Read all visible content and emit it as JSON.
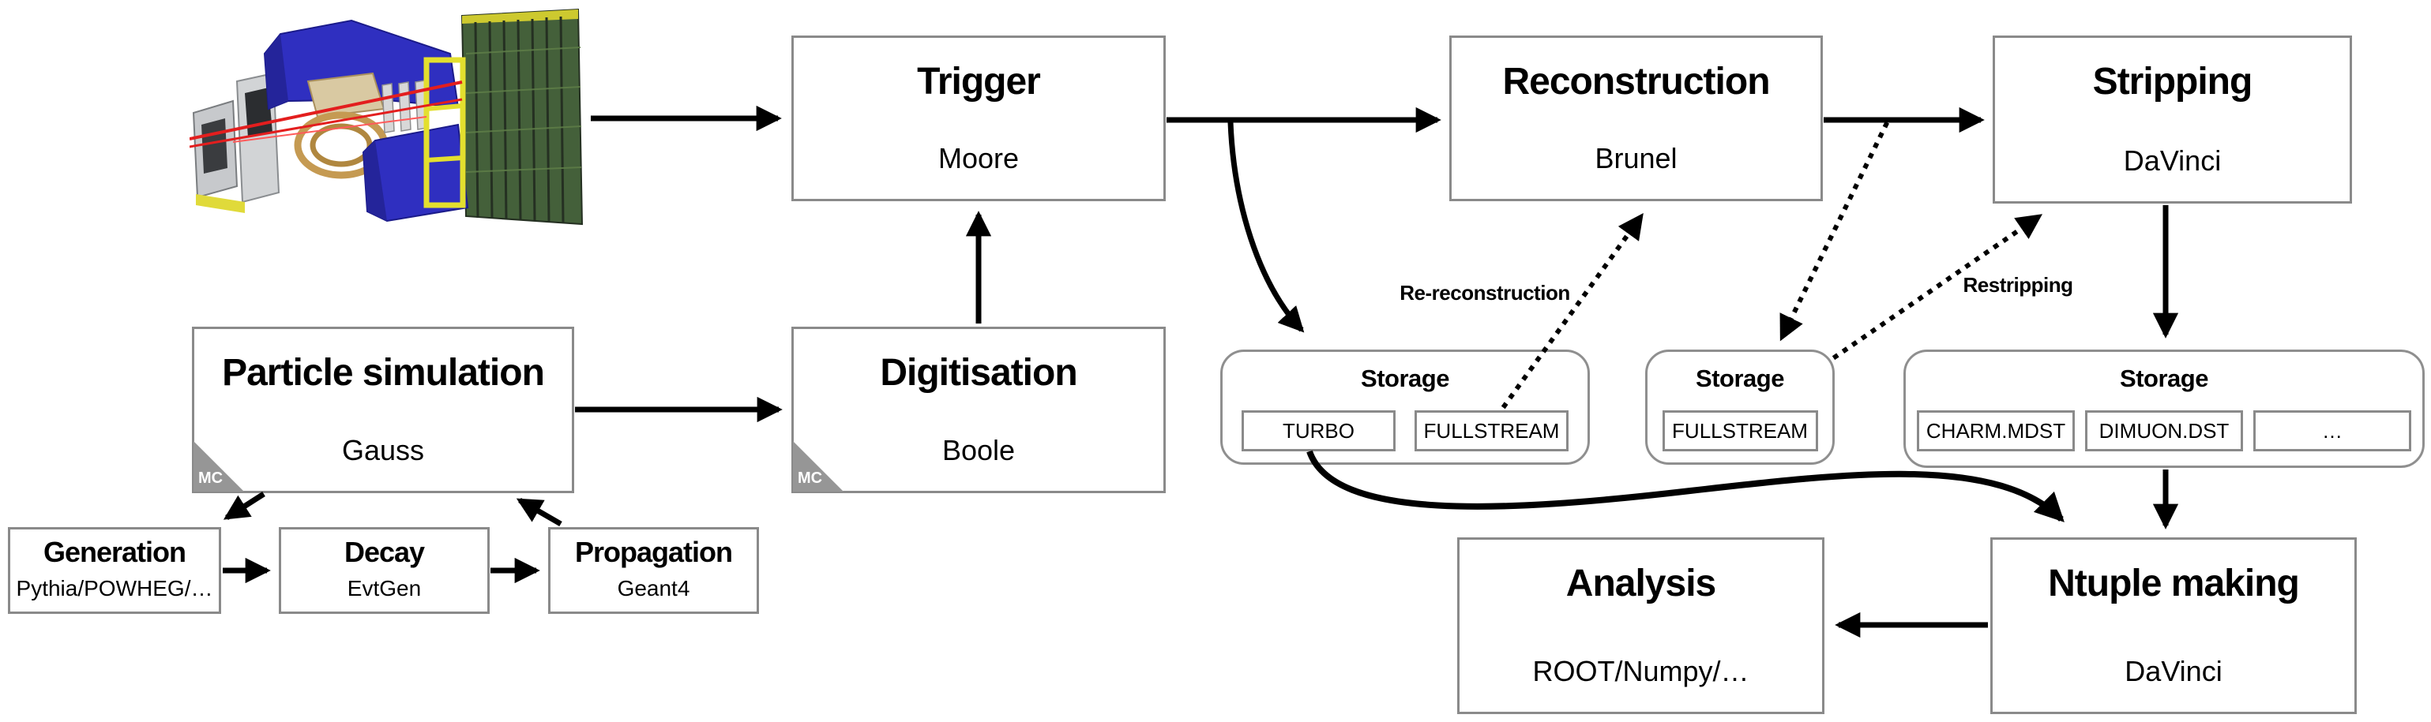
{
  "mc_badge": {
    "label": "MC",
    "color": "#969696"
  },
  "colors": {
    "background": "#ffffff",
    "box_border": "#8a8a8a",
    "storage_border": "#8f8f8f",
    "arrow": "#000000",
    "text": "#000000"
  },
  "images": {
    "detector": "lhcb-detector"
  },
  "nodes": {
    "trigger": {
      "title": "Trigger",
      "subtitle": "Moore"
    },
    "reconstruction": {
      "title": "Reconstruction",
      "subtitle": "Brunel"
    },
    "stripping": {
      "title": "Stripping",
      "subtitle": "DaVinci"
    },
    "particle_simulation": {
      "title": "Particle simulation",
      "subtitle": "Gauss"
    },
    "digitisation": {
      "title": "Digitisation",
      "subtitle": "Boole"
    },
    "generation": {
      "title": "Generation",
      "subtitle": "Pythia/POWHEG/…"
    },
    "decay": {
      "title": "Decay",
      "subtitle": "EvtGen"
    },
    "propagation": {
      "title": "Propagation",
      "subtitle": "Geant4"
    },
    "analysis": {
      "title": "Analysis",
      "subtitle": "ROOT/Numpy/…"
    },
    "ntuple_making": {
      "title": "Ntuple making",
      "subtitle": "DaVinci"
    }
  },
  "storages": {
    "s1": {
      "title": "Storage",
      "items": [
        "TURBO",
        "FULLSTREAM"
      ]
    },
    "s2": {
      "title": "Storage",
      "items": [
        "FULLSTREAM"
      ]
    },
    "s3": {
      "title": "Storage",
      "items": [
        "CHARM.MDST",
        "DIMUON.DST",
        "…"
      ]
    }
  },
  "labels": {
    "re_reconstruction": "Re-reconstruction",
    "restripping": "Restripping"
  }
}
